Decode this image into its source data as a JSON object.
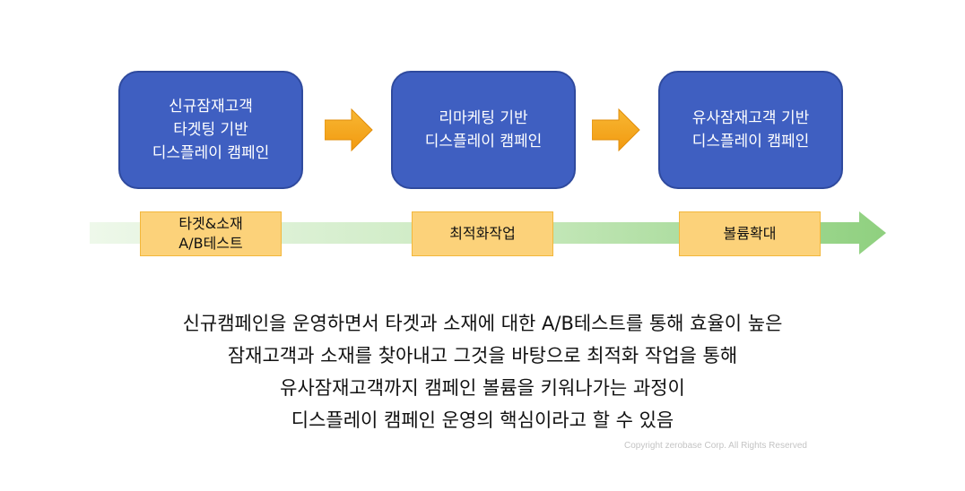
{
  "steps": [
    {
      "lines": [
        "신규잠재고객",
        "타겟팅 기반",
        "디스플레이 캠페인"
      ]
    },
    {
      "lines": [
        "리마케팅 기반",
        "디스플레이 캠페인"
      ]
    },
    {
      "lines": [
        "유사잠재고객 기반",
        "디스플레이 캠페인"
      ]
    }
  ],
  "stages": [
    {
      "lines": [
        "타겟&소재",
        "A/B테스트"
      ]
    },
    {
      "lines": [
        "최적화작업"
      ]
    },
    {
      "lines": [
        "볼륨확대"
      ]
    }
  ],
  "caption": [
    "신규캠페인을 운영하면서 타겟과 소재에 대한 A/B테스트를 통해 효율이 높은",
    "잠재고객과 소재를 찾아내고 그것을 바탕으로 최적화 작업을 통해",
    "유사잠재고객까지 캠페인 볼륨을 키워나가는 과정이",
    "디스플레이 캠페인 운영의 핵심이라고 할 수 있음"
  ],
  "copyright": "Copyright zerobase Corp. All Rights Reserved",
  "colors": {
    "step_box": "#3f5fc1",
    "arrow": "#f5a623",
    "stage_tag": "#fcd27a",
    "timeline_start": "#e9f6e3",
    "timeline_end": "#8fd07f"
  }
}
